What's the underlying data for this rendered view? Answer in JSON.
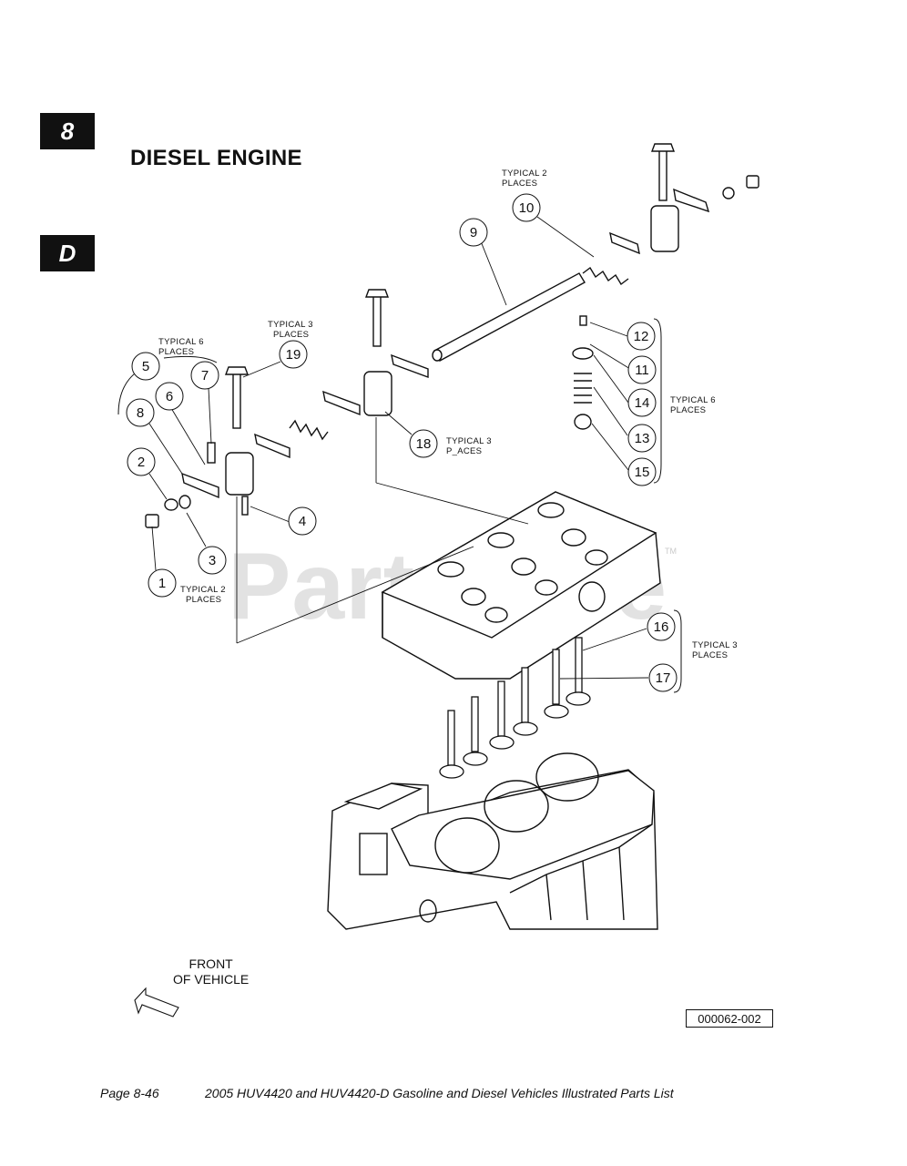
{
  "tabs": {
    "chapter": "8",
    "section": "D"
  },
  "title": "DIESEL ENGINE",
  "callouts": [
    "1",
    "2",
    "3",
    "4",
    "5",
    "6",
    "7",
    "8",
    "9",
    "10",
    "11",
    "12",
    "13",
    "14",
    "15",
    "16",
    "17",
    "18",
    "19"
  ],
  "notes": {
    "typical6_left_1": "TYPICAL 6",
    "typical6_left_2": "PLACES",
    "typical3_top_1": "TYPICAL 3",
    "typical3_top_2": "PLACES",
    "typical2_top_1": "TYPICAL 2",
    "typical2_top_2": "PLACES",
    "typical3_mid_1": "TYPICAL 3",
    "typical3_mid_2": "P_ACES",
    "typical6_right_1": "TYPICAL 6",
    "typical6_right_2": "PLACES",
    "typical2_bottom_1": "TYPICAL 2",
    "typical2_bottom_2": "PLACES",
    "typical3_bottom_1": "TYPICAL 3",
    "typical3_bottom_2": "PLACES"
  },
  "front_label_1": "FRONT",
  "front_label_2": "OF VEHICLE",
  "figure_number": "000062-002",
  "watermark": "PartsTree",
  "watermark_tm": "TM",
  "footer": {
    "page": "Page 8-46",
    "doc_title": "2005 HUV4420 and HUV4420-D Gasoline and Diesel Vehicles Illustrated Parts List"
  }
}
